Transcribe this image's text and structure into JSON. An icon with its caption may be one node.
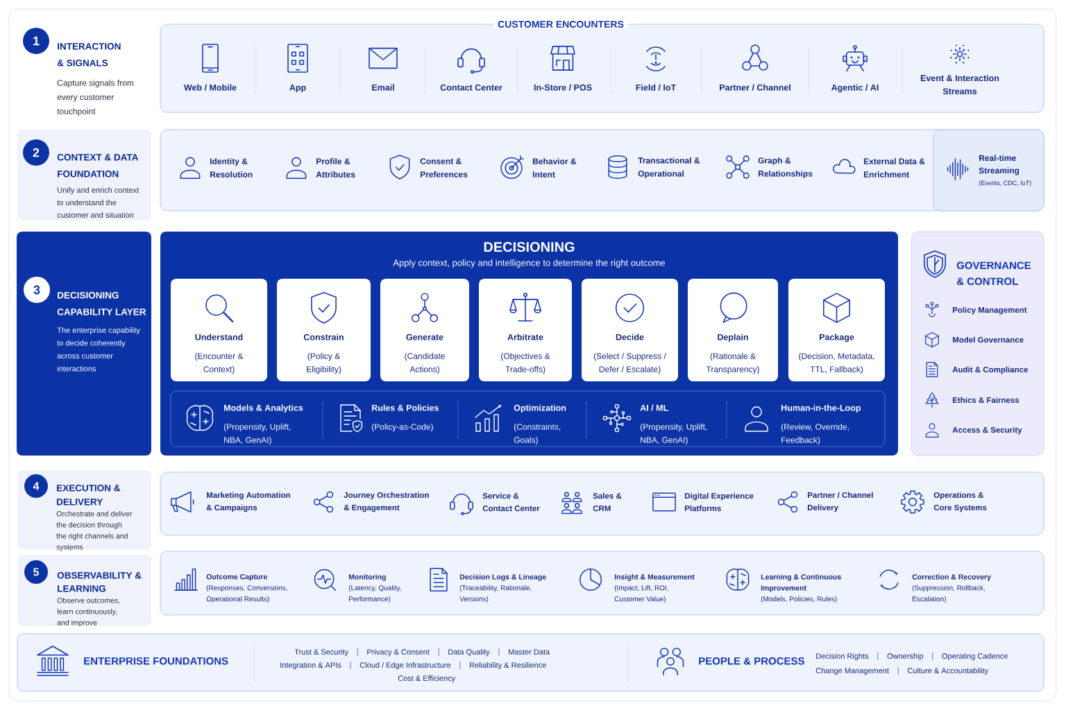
{
  "diagram": {
    "nodes": [
      {
        "text": [
          "1"
        ],
        "beside": [
          "INTERACTION & SIGNALS",
          "Capture signals from every customer touchpoint"
        ]
      },
      {
        "text": [
          "CUSTOMER ENCOUNTERS",
          "Web / Mobile",
          "App",
          "Email",
          "Contact Center",
          "In-Store / POS",
          "Field / IoT",
          "Partner / Channel",
          "Agentic / AI",
          "Event & Interaction Streams"
        ]
      },
      {
        "text": [
          "CONTEXT & DATA FOUNDATION",
          "Unify and enrich context to understand the customer and situation"
        ]
      },
      {
        "text": [
          "2"
        ],
        "in": 2
      },
      {
        "text": [
          "Identity & Resolution",
          "Profile & Attributes",
          "Consent & Preferences",
          "Behavior & Intent",
          "Transactional & Operational",
          "Graph & Relationships",
          "External Data & Enrichment"
        ]
      },
      {
        "text": [
          "Real-time Streaming",
          "(Events, CDC, IoT)"
        ],
        "in": 4
      },
      {
        "text": [
          "DECISIONING CAPABILITY LAYER",
          "The enterprise capability to decide coherently across customer interactions"
        ]
      },
      {
        "text": [
          "3"
        ],
        "in": 6
      },
      {
        "text": [
          "DECISIONING",
          "Apply context, policy and intelligence to determine the right outcome"
        ]
      },
      {
        "text": [
          "Understand",
          "(Encounter & Context)"
        ],
        "in": 8
      },
      {
        "text": [
          "Constrain",
          "(Policy & Eligibility)"
        ],
        "in": 8
      },
      {
        "text": [
          "Generate",
          "(Candidate Actions)"
        ],
        "in": 8
      },
      {
        "text": [
          "Arbitrate",
          "(Objectives & Trade-offs)"
        ],
        "in": 8
      },
      {
        "text": [
          "Decide",
          "(Select / Suppress / Defer / Escalate)"
        ],
        "in": 8
      },
      {
        "text": [
          "Deplain",
          "(Rationale & Transparency)"
        ],
        "in": 8
      },
      {
        "text": [
          "Package",
          "(Decision, Metadata, TTL, Fallback)"
        ],
        "in": 8
      },
      {
        "text": [
          "Models & Analytics",
          "(Propensity, Uplift, NBA, GenAI)",
          "Rules & Policies",
          "(Policy-as-Code)",
          "Optimization",
          "(Constraints, Goals)",
          "AI / ML",
          "(Propensity, Uplift, NBA, GenAI)",
          "Human-in-the-Loop",
          "(Review, Override, Feedback)"
        ],
        "in": 8
      },
      {
        "text": [
          "GOVERNANCE & CONTROL",
          "Policy Management",
          "Model Governance",
          "Audit & Compliance",
          "Ethics & Fairness",
          "Access & Security"
        ]
      },
      {
        "text": [
          "EXECUTION & DELIVERY",
          "Orchestrate and deliver the decision through the right channels and systems"
        ]
      },
      {
        "text": [
          "4"
        ],
        "in": 18
      },
      {
        "text": [
          "Marketing Automation & Campaigns",
          "Journey Orchestration & Engagement",
          "Service & Contact Center",
          "Sales & CRM",
          "Digital Experience Platforms",
          "Partner / Channel Delivery",
          "Operations & Core Systems"
        ]
      },
      {
        "text": [
          "OBSERVABILITY & LEARNING",
          "Observe outcomes, learn continuously, and improve"
        ]
      },
      {
        "text": [
          "5"
        ],
        "in": 21
      },
      {
        "text": [
          "Outcome Capture",
          "(Responses, Conversions, Operational Results)",
          "Monitoring",
          "(Latency, Quality, Performance)",
          "Decision Logs & Lineage",
          "(Traceability, Rationale, Versions)",
          "Insight & Measurement",
          "(Impact, Lift, ROI, Customer Value)",
          "Learning & Continuous Improvement",
          "(Models, Policies, Rules)",
          "Correction & Recovery",
          "(Suppression, Rollback, Escalation)"
        ]
      },
      {
        "text": [
          "ENTERPRISE FOUNDATIONS",
          "Trust & Security",
          "Privacy & Consent",
          "Data Quality",
          "Master Data",
          "Integration & APIs",
          "Cloud / Edge Infrastructure",
          "Reliability & Resilience",
          "Cost & Efficiency",
          "PEOPLE & PROCESS",
          "Decision Rights",
          "Ownership",
          "Operating Cadence",
          "Change Management",
          "Culture & Accountability"
        ]
      }
    ]
  }
}
